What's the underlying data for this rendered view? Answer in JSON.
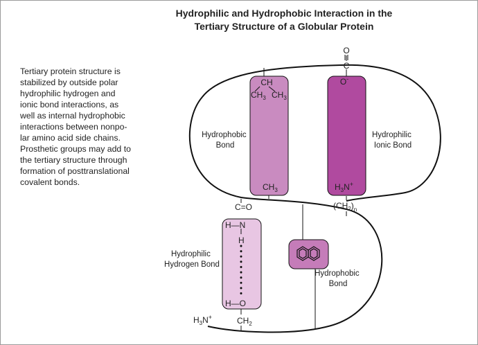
{
  "title": {
    "line1": "Hydrophilic and Hydrophobic Interaction in the",
    "line2": "Tertiary Structure of a Globular Protein"
  },
  "description": [
    "Tertiary protein structure is",
    "stabilized by outside polar",
    "hydrophilic hydrogen and",
    "ionic bond interactions, as",
    "well as internal hydrophobic",
    "interactions between nonpo-",
    "lar amino acid side chains.",
    "Prosthetic groups may add to",
    "the tertiary structure through",
    "formation of posttranslational",
    "covalent bonds."
  ],
  "labels": {
    "hydrophobic_bond_top": [
      "Hydrophobic",
      "Bond"
    ],
    "hydrophilic_ionic_bond": [
      "Hydrophilic",
      "Ionic Bond"
    ],
    "hydrophilic_hydrogen_bond": [
      "Hydrophilic",
      "Hydrogen Bond"
    ],
    "hydrophobic_bond_bottom": [
      "Hydrophobic",
      "Bond"
    ]
  },
  "chem": {
    "carbonyl_o": "O",
    "carbonyl_c": "C",
    "carboxylate_o": "O",
    "carboxylate_charge": "-",
    "ch": "CH",
    "ch3_left": "CH",
    "ch3_right": "CH",
    "sub3": "3",
    "ch3_bottom": "CH",
    "h3n_ionic": "H",
    "h3n_ionic_n": "N",
    "plus": "+",
    "ch2n": "(CH",
    "ch2n_close": ")",
    "sub2": "2",
    "subn": "n",
    "c_double_o": "C=O",
    "h_n": "H—N",
    "h_mid": "H",
    "h_o": "H—O",
    "h3n_terminal": "H",
    "h3n_terminal_n": "N",
    "ch2_bottom": "CH"
  },
  "colors": {
    "hydrophobic_top_fill": "#c98bc0",
    "ionic_fill": "#b04a9f",
    "hydrogen_fill": "#e8c6e3",
    "ring_box_fill": "#c57cb9",
    "chain": "#111111"
  }
}
